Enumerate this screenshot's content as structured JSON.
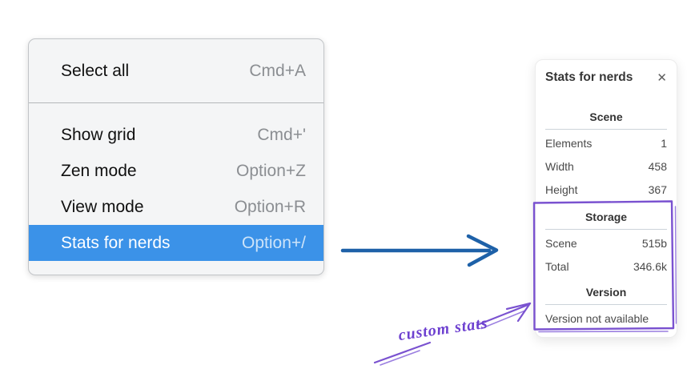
{
  "colors": {
    "menu_highlight": "#3b92e8",
    "menu_shortcut_gray": "#8b8e92",
    "flow_arrow_blue": "#1e61a8",
    "annotation_purple": "#7a52d0",
    "panel_divider": "#ccd3d9"
  },
  "menu": {
    "items": [
      {
        "label": "Select all",
        "shortcut": "Cmd+A",
        "selected": false
      },
      {
        "label": "Show grid",
        "shortcut": "Cmd+'",
        "selected": false
      },
      {
        "label": "Zen mode",
        "shortcut": "Option+Z",
        "selected": false
      },
      {
        "label": "View mode",
        "shortcut": "Option+R",
        "selected": false
      },
      {
        "label": "Stats for nerds",
        "shortcut": "Option+/",
        "selected": true
      }
    ],
    "selected_item": "Stats for nerds"
  },
  "panel": {
    "title": "Stats for nerds",
    "close_icon": "✕",
    "sections": {
      "scene": {
        "heading": "Scene",
        "rows": [
          {
            "label": "Elements",
            "value": "1"
          },
          {
            "label": "Width",
            "value": "458"
          },
          {
            "label": "Height",
            "value": "367"
          }
        ]
      },
      "storage": {
        "heading": "Storage",
        "rows": [
          {
            "label": "Scene",
            "value": "515b"
          },
          {
            "label": "Total",
            "value": "346.6k"
          }
        ]
      },
      "version": {
        "heading": "Version",
        "note": "Version not available"
      }
    }
  },
  "annotation": {
    "label": "custom stats"
  }
}
